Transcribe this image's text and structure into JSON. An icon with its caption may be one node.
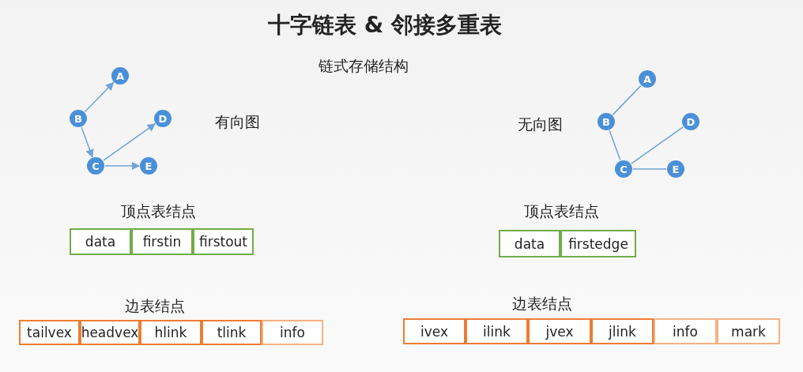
{
  "diagram": {
    "title": "十字链表 & 邻接多重表",
    "nodes": [
      {
        "text": [
          "A"
        ]
      },
      {
        "text": [
          "B"
        ]
      },
      {
        "text": [
          "C"
        ]
      },
      {
        "text": [
          "D"
        ]
      },
      {
        "text": [
          "E"
        ]
      },
      {
        "text": [
          "A"
        ]
      },
      {
        "text": [
          "B"
        ]
      },
      {
        "text": [
          "C"
        ]
      },
      {
        "text": [
          "D"
        ]
      },
      {
        "text": [
          "E"
        ]
      },
      {
        "text": [
          "data"
        ]
      },
      {
        "text": [
          "firstin"
        ]
      },
      {
        "text": [
          "firstout"
        ]
      },
      {
        "text": [
          "data"
        ]
      },
      {
        "text": [
          "firstedge"
        ]
      },
      {
        "text": [
          "tailvex"
        ]
      },
      {
        "text": [
          "headvex"
        ]
      },
      {
        "text": [
          "hlink"
        ]
      },
      {
        "text": [
          "tlink"
        ]
      },
      {
        "text": [
          "info"
        ]
      },
      {
        "text": [
          "ivex"
        ]
      },
      {
        "text": [
          "ilink"
        ]
      },
      {
        "text": [
          "jvex"
        ]
      },
      {
        "text": [
          "jlink"
        ]
      },
      {
        "text": [
          "info"
        ]
      },
      {
        "text": [
          "mark"
        ]
      }
    ],
    "edges": [
      {
        "from": 1,
        "to": 0,
        "arrow": "to"
      },
      {
        "from": 1,
        "to": 2,
        "arrow": "to"
      },
      {
        "from": 2,
        "to": 3,
        "arrow": "to"
      },
      {
        "from": 2,
        "to": 4,
        "arrow": "to"
      },
      {
        "from": 6,
        "to": 5,
        "arrow": "none"
      },
      {
        "from": 6,
        "to": 7,
        "arrow": "none"
      },
      {
        "from": 7,
        "to": 8,
        "arrow": "none"
      },
      {
        "from": 7,
        "to": 9,
        "arrow": "none"
      }
    ],
    "labels": [
      "链式存储结构",
      "有向图",
      "无向图",
      "顶点表结点",
      "顶点表结点",
      "边表结点",
      "边表结点"
    ]
  }
}
